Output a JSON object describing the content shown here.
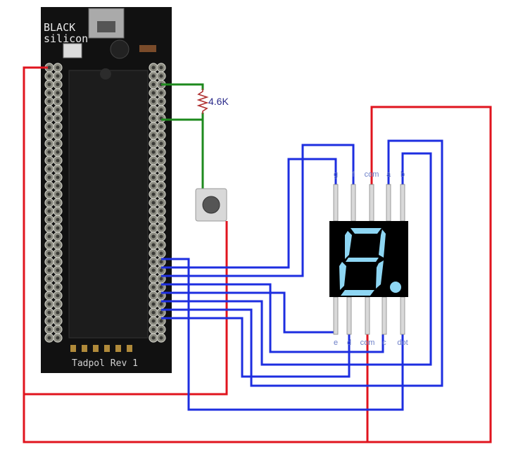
{
  "board": {
    "brand_line1": "BLACK",
    "brand_line2": "silicon",
    "label": "Tadpol Rev 1",
    "color": "#111111"
  },
  "resistor": {
    "label": "4.6K"
  },
  "display": {
    "digit": "8.",
    "top_pins": [
      "g",
      "f",
      "com",
      "a",
      "b"
    ],
    "bottom_pins": [
      "e",
      "d",
      "com",
      "c",
      "dot"
    ],
    "segment_color": "#8ed6f3",
    "body_color": "#000000"
  },
  "colors": {
    "wire_red": "#e0141e",
    "wire_blue": "#1d2ee0",
    "wire_green": "#1d8a1d",
    "pad": "#8a8a80"
  }
}
